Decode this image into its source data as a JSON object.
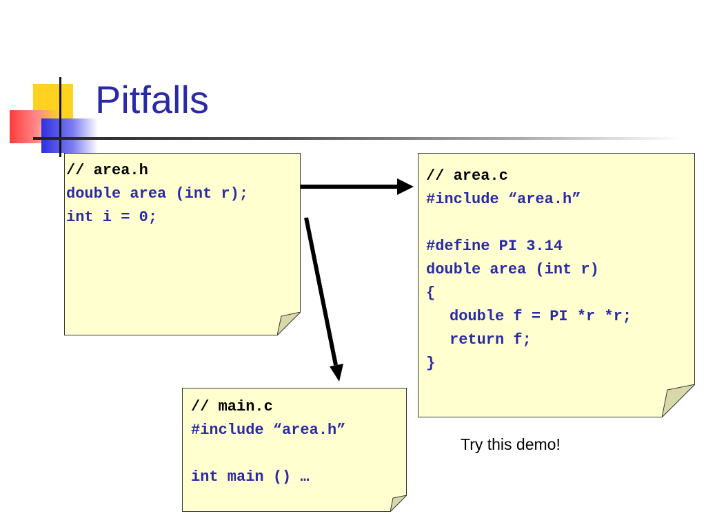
{
  "slide": {
    "title": "Pitfalls",
    "caption": "Try this demo!"
  },
  "notes": {
    "area_h": {
      "comment": "// area.h",
      "lines": [
        "double area (int r);",
        "int i = 0;"
      ]
    },
    "area_c": {
      "comment": "// area.c",
      "lines": [
        "#include “area.h”",
        "",
        "#define PI 3.14",
        "double area (int r)",
        "{",
        "double f = PI *r *r;",
        "return f;",
        "}"
      ]
    },
    "main_c": {
      "comment": "// main.c",
      "lines": [
        "#include “area.h”",
        "",
        "int main () …"
      ]
    }
  },
  "colors": {
    "title": "#2a2aa6",
    "code": "#2a2aa6",
    "note_background": "#ffffd0",
    "note_curl": "#d8d8a8",
    "accent_yellow": "#ffd21f",
    "accent_red": "#ff3b3b",
    "accent_blue": "#3030e0"
  }
}
